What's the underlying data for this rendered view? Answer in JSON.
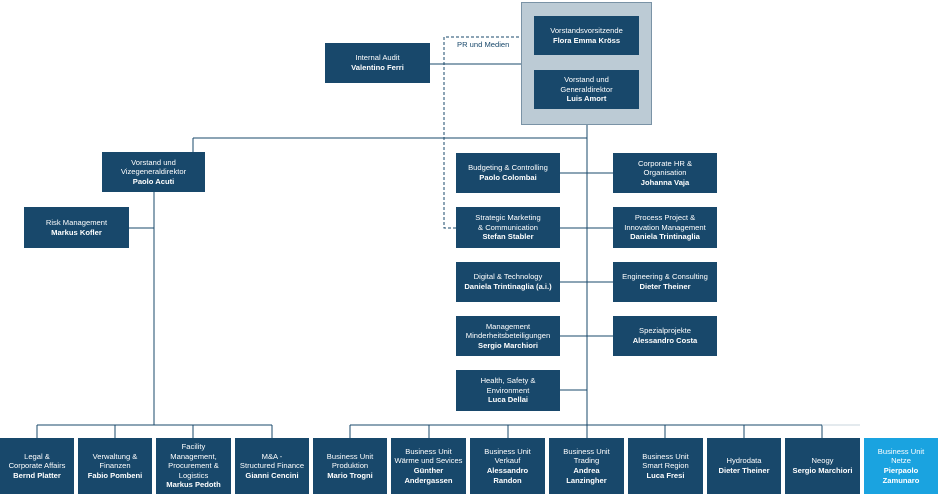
{
  "colors": {
    "box": "#18486b",
    "accent": "#1aa3e0",
    "board": "#bccbd5",
    "line": "#18486b"
  },
  "pr_label": "PR und Medien",
  "executive": {
    "chair": {
      "title": "Vorstandsvorsitzende",
      "name": "Flora Emma Kröss"
    },
    "ceo": {
      "title": "Vorstand und\nGeneraldirektor",
      "name": "Luis Amort"
    }
  },
  "internal_audit": {
    "title": "Internal Audit",
    "name": "Valentino Ferri"
  },
  "deputy": {
    "title": "Vorstand und\nVizegeneraldirektor",
    "name": "Paolo Acuti"
  },
  "risk": {
    "title": "Risk Management",
    "name": "Markus Kofler"
  },
  "center_units": [
    {
      "title": "Budgeting & Controlling",
      "name": "Paolo Colombai"
    },
    {
      "title": "Strategic Marketing\n& Communication",
      "name": "Stefan Stabler"
    },
    {
      "title": "Digital & Technology",
      "name": "Daniela Trintinaglia (a.i.)"
    },
    {
      "title": "Management\nMinderheitsbeteiligungen",
      "name": "Sergio Marchiori"
    },
    {
      "title": "Health, Safety &\nEnvironment",
      "name": "Luca Dellai"
    }
  ],
  "right_units": [
    {
      "title": "Corporate HR &\nOrganisation",
      "name": "Johanna Vaja"
    },
    {
      "title": "Process Project &\nInnovation Management",
      "name": "Daniela Trintinaglia"
    },
    {
      "title": "Engineering & Consulting",
      "name": "Dieter Theiner"
    },
    {
      "title": "Spezialprojekte",
      "name": "Alessandro Costa"
    }
  ],
  "deputy_units": [
    {
      "title": "Legal &\nCorporate Affairs",
      "name": "Bernd Platter"
    },
    {
      "title": "Verwaltung &\nFinanzen",
      "name": "Fabio Pombeni"
    },
    {
      "title": "Facility\nManagement,\nProcurement &\nLogistics",
      "name": "Markus Pedoth"
    },
    {
      "title": "M&A -\nStructured Finance",
      "name": "Gianni Cencini"
    }
  ],
  "business_units": [
    {
      "title": "Business Unit\nProduktion",
      "name": "Mario Trogni"
    },
    {
      "title": "Business Unit\nWärme und Sevices",
      "name": "Günther\nAndergassen"
    },
    {
      "title": "Business Unit\nVerkauf",
      "name": "Alessandro\nRandon"
    },
    {
      "title": "Business Unit\nTrading",
      "name": "Andrea\nLanzingher"
    },
    {
      "title": "Business Unit\nSmart Region",
      "name": "Luca Fresi"
    },
    {
      "title": "Hydrodata",
      "name": "Dieter Theiner"
    },
    {
      "title": "Neogy",
      "name": "Sergio Marchiori"
    },
    {
      "title": "Business Unit\nNetze",
      "name": "Pierpaolo\nZamunaro"
    }
  ]
}
